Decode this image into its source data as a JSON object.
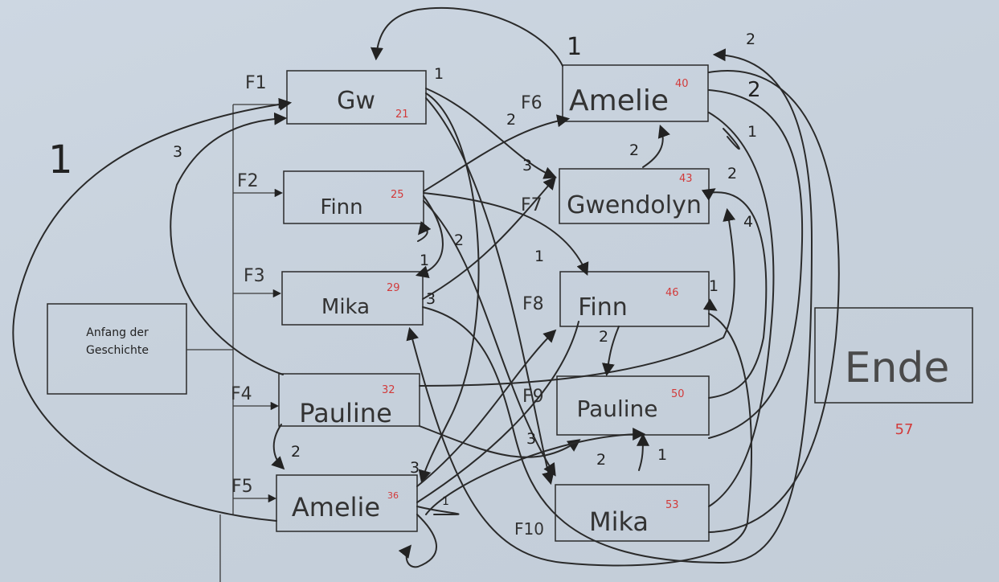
{
  "start": {
    "line1": "Anfang der",
    "line2": "Geschichte"
  },
  "end": {
    "label": "Ende",
    "number": "57"
  },
  "nodes": [
    {
      "id": "F1",
      "name": "Gw",
      "number": "21"
    },
    {
      "id": "F2",
      "name": "Finn",
      "number": "25"
    },
    {
      "id": "F3",
      "name": "Mika",
      "number": "29"
    },
    {
      "id": "F4",
      "name": "Pauline",
      "number": "32"
    },
    {
      "id": "F5",
      "name": "Amelie",
      "number": "36"
    },
    {
      "id": "F6",
      "name": "Amelie",
      "number": "40"
    },
    {
      "id": "F7",
      "name": "Gwendolyn",
      "number": "43"
    },
    {
      "id": "F8",
      "name": "Finn",
      "number": "46"
    },
    {
      "id": "F9",
      "name": "Pauline",
      "number": "50"
    },
    {
      "id": "F10",
      "name": "Mika",
      "number": "53"
    }
  ],
  "weights": {
    "w1": "1",
    "w2": "1",
    "w3": "3",
    "w4": "2",
    "w5": "2",
    "w6": "3",
    "w7": "2",
    "w8": "1",
    "w9": "3",
    "w10": "1",
    "w11": "2",
    "w12": "2",
    "w13": "1",
    "w14": "2",
    "w15": "4",
    "w16": "1",
    "w17": "2",
    "w18": "3",
    "w19": "2",
    "w20": "1",
    "w21": "2",
    "w22": "3",
    "w23": "1",
    "w24": "1"
  },
  "colors": {
    "paper": "#c9d3de",
    "ink": "#2a2a2a",
    "red": "#d23a3a"
  }
}
